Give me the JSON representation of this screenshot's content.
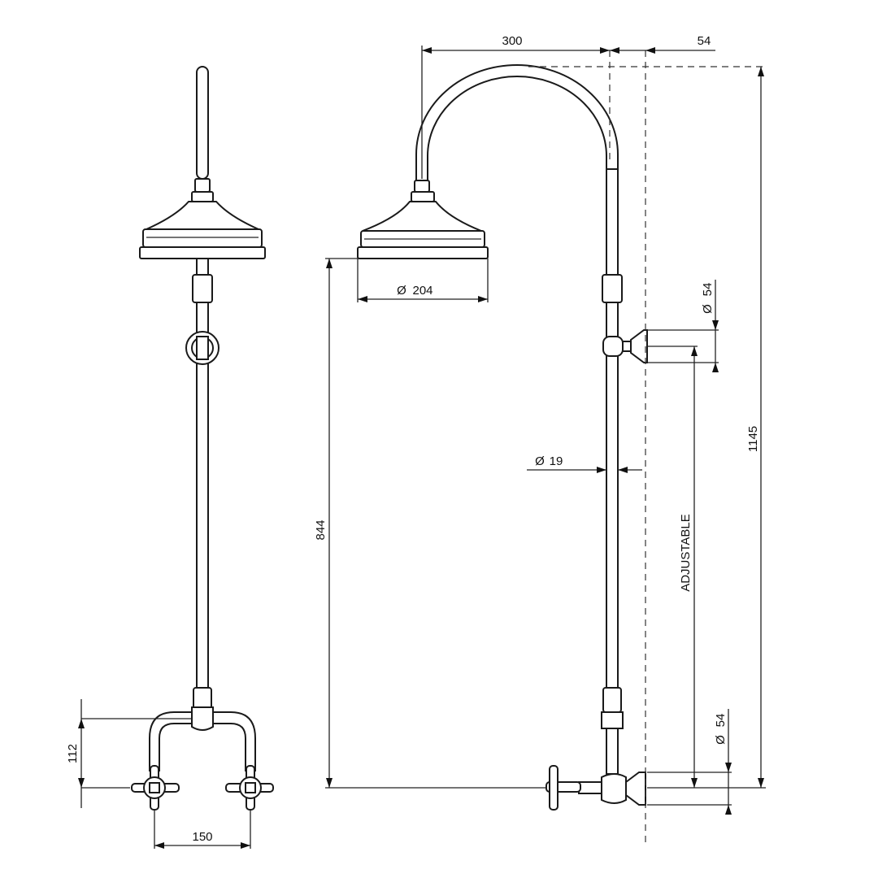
{
  "diagram": {
    "dimensions": {
      "arm_reach": "300",
      "arm_offset": "54",
      "rose_diameter": "204",
      "flange_upper": "54",
      "riser_diameter": "19",
      "rose_height": "844",
      "overall_height": "1145",
      "adjustable_label": "ADJUSTABLE",
      "flange_lower": "54",
      "inlet_height": "112",
      "inlet_centres": "150"
    },
    "diameter_symbol": "Ø"
  }
}
